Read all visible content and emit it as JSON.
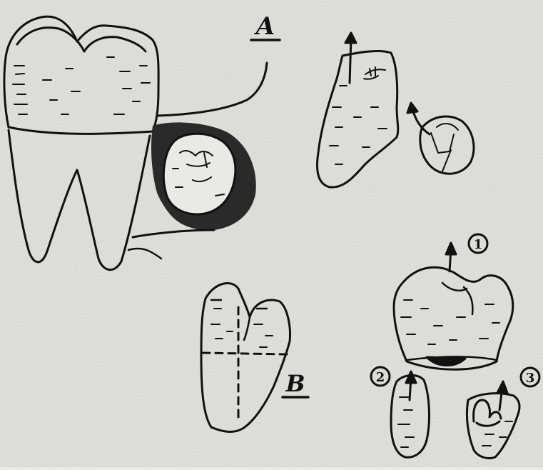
{
  "labels": {
    "A": "A",
    "B": "B",
    "one": "1",
    "two": "2",
    "three": "3"
  },
  "colors": {
    "paper": "#e9e9e5",
    "ink": "#111111",
    "shadow": "#2a2a2a"
  }
}
